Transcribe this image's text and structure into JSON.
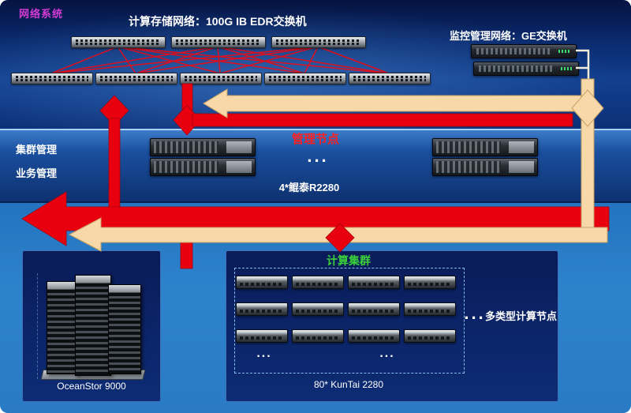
{
  "network": {
    "system_label": "网络系统",
    "compute_storage_label": "计算存储网络：100G IB EDR交换机",
    "monitor_label": "监控管理网络：GE交换机"
  },
  "management": {
    "side_labels": [
      "集群管理",
      "业务管理"
    ],
    "title": "管理节点",
    "ellipsis": "...",
    "model_label": "4*鲲泰R2280"
  },
  "storage": {
    "label": "OceanStor 9000"
  },
  "compute": {
    "title": "计算集群",
    "col_ellipsis_1": "...",
    "col_ellipsis_2": "...",
    "side_ellipsis": "...",
    "side_label": "多类型计算节点",
    "model_label": "80* KunTai 2280"
  },
  "colors": {
    "red_bus": "#e8000f",
    "peach_bus": "#f7d8a8",
    "title_magenta": "#d43bd4",
    "title_red": "#ff2020",
    "title_green": "#3ad13a"
  }
}
